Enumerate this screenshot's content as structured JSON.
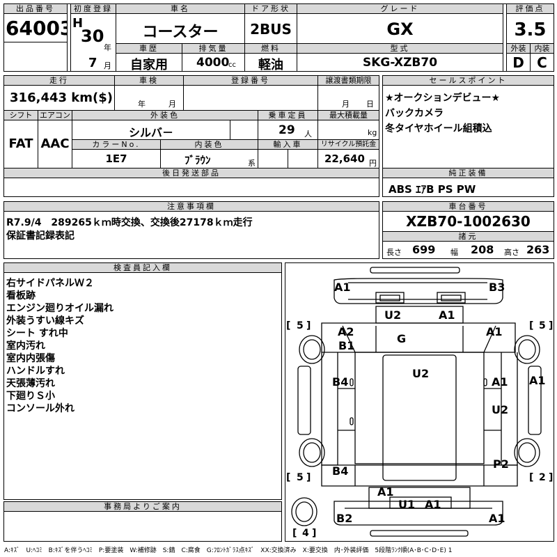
{
  "header": {
    "lot_label": "出品番号",
    "lot_no": "64003",
    "first_reg_label": "初度登録",
    "era": "H",
    "year_num": "30",
    "year_unit": "年",
    "month_num": "7",
    "month_unit": "月",
    "car_name_label": "車名",
    "car_name": "コースター",
    "door_label": "ドア形状",
    "door": "2BUS",
    "grade_label": "グレード",
    "grade": "GX",
    "score_label": "評価点",
    "score": "3.5",
    "history_label": "車歴",
    "history": "自家用",
    "cc_label": "排気量",
    "cc": "4000",
    "cc_unit": "cc",
    "fuel_label": "燃料",
    "fuel": "軽油",
    "model_label": "型式",
    "model": "SKG-XZB70",
    "ext_label": "外装",
    "ext_score": "D",
    "int_label": "内装",
    "int_score": "C"
  },
  "row2": {
    "mileage_label": "走行",
    "mileage": "316,443 km($)",
    "inspection_label": "車検",
    "insp_year": "年",
    "insp_month": "月",
    "reg_no_label": "登録番号",
    "transfer_label": "譲渡書類期限",
    "transfer_month": "月",
    "transfer_day": "日",
    "shift_label": "シフト",
    "shift": "FAT",
    "ac_label": "エアコン",
    "ac": "AAC",
    "ext_color_label": "外装色",
    "ext_color": "シルバ－",
    "capacity_label": "乗車定員",
    "capacity": "29",
    "capacity_unit": "人",
    "max_load_label": "最大積載量",
    "max_load_unit": "kg",
    "color_no_label": "カラーNo.",
    "color_no": "1E7",
    "int_color_label": "内装色",
    "int_color": "ﾌﾞﾗｳﾝ",
    "int_color_unit": "系",
    "import_label": "輸入車",
    "recycle_label": "リサイクル預託金",
    "recycle": "22,640",
    "recycle_unit": "円",
    "later_parts_label": "後日発送部品"
  },
  "sales_points": {
    "label": "セールスポイント",
    "lines": [
      "★オークションデビュー★",
      "バックカメラ",
      "冬タイヤホイール組積込"
    ]
  },
  "equipment": {
    "label": "純正装備",
    "value": "ABS ｴｱB PS PW"
  },
  "notes": {
    "label": "注意事項欄",
    "lines": [
      "R7.9/4　289265ｋｍ時交換、交換後27178ｋｍ走行",
      "保証書記録表記"
    ]
  },
  "chassis": {
    "label": "車台番号",
    "value": "XZB70-1002630",
    "specs_label": "諸元",
    "length_label": "長さ",
    "length": "699",
    "width_label": "幅",
    "width": "208",
    "height_label": "高さ",
    "height": "263"
  },
  "inspector": {
    "label": "検査員記入欄",
    "lines": [
      "右サイドパネルＷ２",
      "看板跡",
      "エンジン廻りオイル漏れ",
      "外装うすい線キズ",
      "シート すれ中",
      "室内汚れ",
      "室内内張傷",
      "ハンドルすれ",
      "天張薄汚れ",
      "下廻りＳ小",
      "コンソール外れ"
    ]
  },
  "office": {
    "label": "事務局よりご案内"
  },
  "diagram": {
    "marks": [
      "A1",
      "B3",
      "U2",
      "A1",
      "A2",
      "B1",
      "G",
      "A1",
      "U2",
      "B4",
      "A1",
      "A1",
      "U2",
      "B4",
      "P2",
      "A1",
      "U1",
      "A1",
      "B2",
      "A1"
    ],
    "tires": [
      "5",
      "5",
      "5",
      "2",
      "4"
    ]
  },
  "legend": "A:ｷｽﾞ　U:ﾍｺﾐ　B:ｷｽﾞを伴うﾍｺﾐ　P:要塗装　W:補修跡　S:錆　C:腐食　G:ﾌﾛﾝﾄｶﾞﾗｽ点ｷｽﾞ　XX:交換済み　X:要交換　内･外装評価　5段階ﾗﾝｸ順(A･B･C･D･E) 1"
}
